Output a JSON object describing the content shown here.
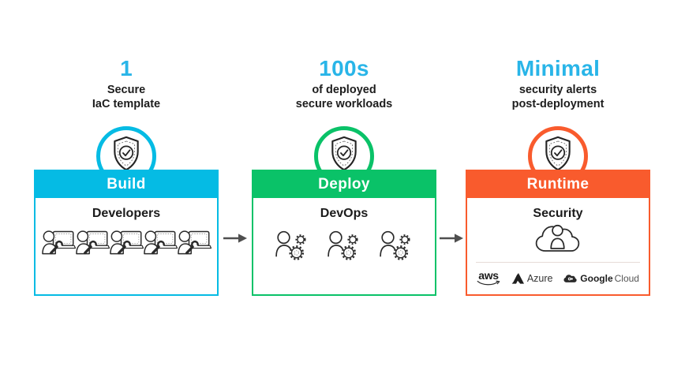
{
  "page": {
    "background": "#ffffff",
    "stat_number_color": "#29b5e8",
    "arrow_color": "#4f4f4f"
  },
  "columns": [
    {
      "id": "build",
      "accent_color": "#05bbe4",
      "stat": {
        "value": "1",
        "desc_line1": "Secure",
        "desc_line2": "IaC template"
      },
      "badge_icon": "shield-check-icon",
      "box": {
        "title": "Build",
        "role": "Developers",
        "icon": "developer-at-laptop-icon",
        "icon_count": 5
      }
    },
    {
      "id": "deploy",
      "accent_color": "#0ac268",
      "stat": {
        "value": "100s",
        "desc_line1": "of deployed",
        "desc_line2": "secure workloads"
      },
      "badge_icon": "shield-check-icon",
      "box": {
        "title": "Deploy",
        "role": "DevOps",
        "icon": "devops-person-gears-icon",
        "icon_count": 3
      }
    },
    {
      "id": "runtime",
      "accent_color": "#f95b2d",
      "stat": {
        "value": "Minimal",
        "desc_line1": "security alerts",
        "desc_line2": "post-deployment"
      },
      "badge_icon": "shield-check-icon",
      "box": {
        "title": "Runtime",
        "role": "Security",
        "icon": "security-cloud-person-icon",
        "providers": [
          {
            "id": "aws",
            "label": "aws",
            "icon": "aws-smile-arrow-icon"
          },
          {
            "id": "azure",
            "label": "Azure",
            "icon": "azure-triangle-icon"
          },
          {
            "id": "google-cloud",
            "label": "Google",
            "label2": "Cloud",
            "icon": "google-cloud-icon"
          }
        ]
      }
    }
  ],
  "arrows": [
    {
      "id": "arrow-build-deploy"
    },
    {
      "id": "arrow-deploy-runtime"
    }
  ]
}
